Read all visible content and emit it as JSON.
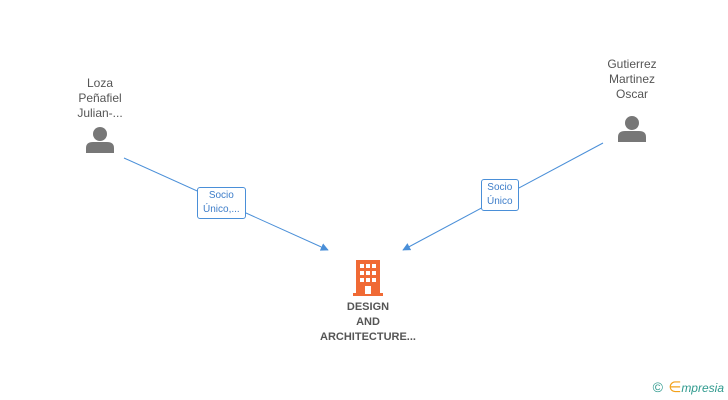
{
  "nodes": {
    "person_left": {
      "lines": [
        "Loza",
        "Peñafiel",
        "Julian-..."
      ],
      "icon": "person-icon"
    },
    "person_right": {
      "lines": [
        "Gutierrez",
        "Martinez",
        "Oscar"
      ],
      "icon": "person-icon"
    },
    "company": {
      "lines": [
        "DESIGN",
        "AND",
        "ARCHITECTURE..."
      ],
      "icon": "building-icon"
    }
  },
  "edges": {
    "left": {
      "label_lines": [
        "Socio",
        "Único,..."
      ]
    },
    "right": {
      "label_lines": [
        "Socio",
        "Único"
      ]
    }
  },
  "footer": {
    "copyright": "©",
    "brand_initial": "∈",
    "brand_rest": "mpresia"
  },
  "colors": {
    "edge": "#4a8fd8",
    "person_icon": "#777777",
    "company_icon": "#f06a35",
    "text": "#555555",
    "brand_teal": "#2f9a8e",
    "brand_orange": "#f3a21b"
  }
}
